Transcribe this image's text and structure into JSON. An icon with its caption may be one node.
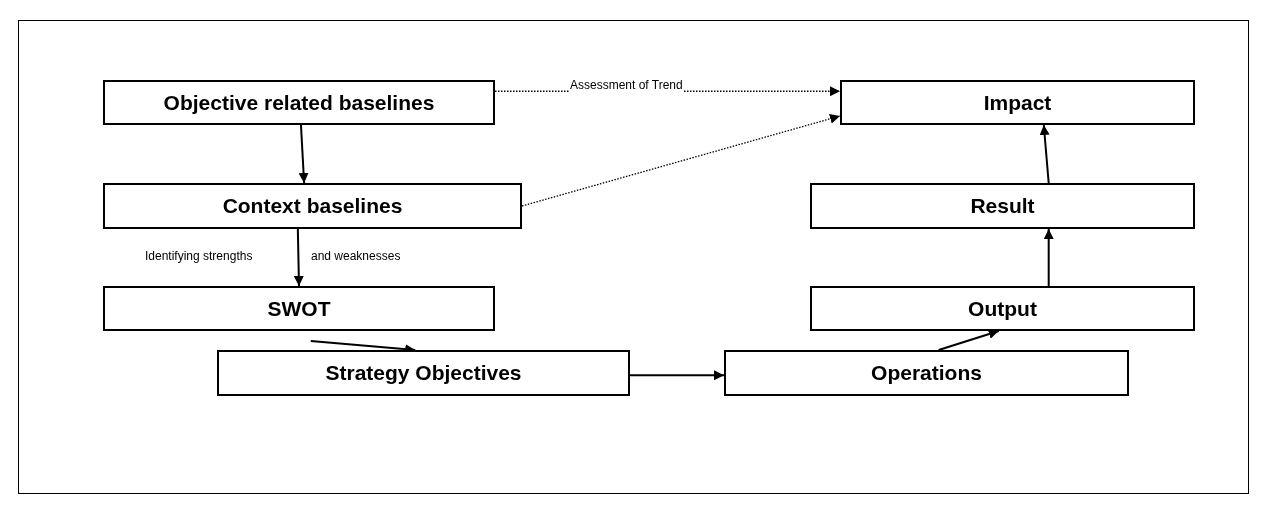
{
  "diagram": {
    "nodes": [
      {
        "text": [
          "Objective related baselines"
        ]
      },
      {
        "text": [
          "Context baselines"
        ]
      },
      {
        "text": [
          "SWOT"
        ]
      },
      {
        "text": [
          "Strategy Objectives"
        ]
      },
      {
        "text": [
          "Operations"
        ]
      },
      {
        "text": [
          "Output"
        ]
      },
      {
        "text": [
          "Result"
        ]
      },
      {
        "text": [
          "Impact"
        ]
      }
    ],
    "edges": [
      {
        "from": 0,
        "to": 7,
        "arrow": "to",
        "style": "dashed",
        "label": "Assessment of Trend"
      },
      {
        "from": 1,
        "to": 7,
        "arrow": "to",
        "style": "dashed"
      },
      {
        "from": 0,
        "to": 1,
        "arrow": "to"
      },
      {
        "from": 1,
        "to": 2,
        "arrow": "to"
      },
      {
        "from": 2,
        "to": 3,
        "arrow": "to"
      },
      {
        "from": 3,
        "to": 4,
        "arrow": "to"
      },
      {
        "from": 4,
        "to": 5,
        "arrow": "to"
      },
      {
        "from": 5,
        "to": 6,
        "arrow": "to"
      },
      {
        "from": 6,
        "to": 7,
        "arrow": "to"
      }
    ],
    "labels": [
      "Identifying strengths",
      "and weaknesses"
    ]
  }
}
